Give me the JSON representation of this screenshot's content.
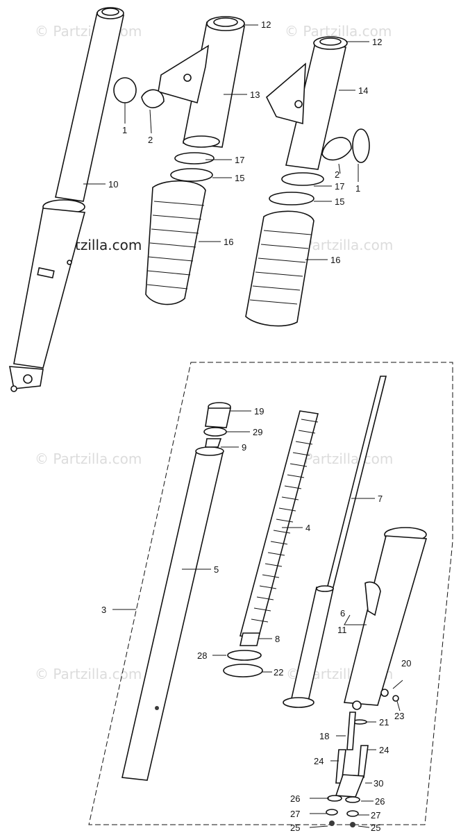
{
  "watermarks": {
    "light": "© Partzilla.com",
    "dark": "© Partzilla.com"
  },
  "callouts": {
    "n1": "1",
    "n2": "2",
    "n3": "3",
    "n4": "4",
    "n5": "5",
    "n6": "6",
    "n7": "7",
    "n8": "8",
    "n9": "9",
    "n10": "10",
    "n11": "11",
    "n12": "12",
    "n13": "13",
    "n14": "14",
    "n15": "15",
    "n16": "16",
    "n17": "17",
    "n18": "18",
    "n19": "19",
    "n20": "20",
    "n21": "21",
    "n22": "22",
    "n23": "23",
    "n24": "24",
    "n25": "25",
    "n26": "26",
    "n27": "27",
    "n28": "28",
    "n29": "29",
    "n30": "30"
  }
}
